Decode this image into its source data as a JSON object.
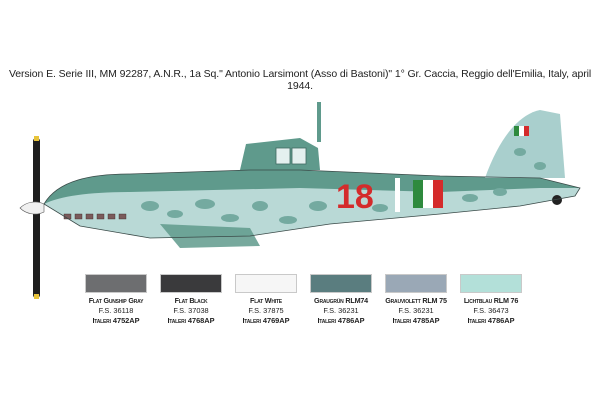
{
  "caption": "Version E. Serie III, MM 92287, A.N.R., 1a Sq.\" Antonio Larsimont (Asso di Bastoni)\" 1° Gr. Caccia, Reggio dell'Emilia, Italy, april 1944.",
  "aircraft": {
    "fuselage_code": "18",
    "colors": {
      "upper": "#5f9a8c",
      "lower": "#b9d9d6",
      "mottle": "#74aaa0",
      "fin": "#a9cfcd",
      "code": "#d42b2b",
      "flag_green": "#2e8a3e",
      "flag_white": "#ffffff",
      "flag_red": "#d42b2b",
      "prop": "#1e1e1e",
      "spinner": "#f0f0f0",
      "tip": "#e8c43a"
    }
  },
  "swatches": [
    {
      "name": "Flat Gunship Gray",
      "fs": "F.S. 36118",
      "brand": "Italeri",
      "code": "4752AP",
      "color": "#6d6e70"
    },
    {
      "name": "Flat Black",
      "fs": "F.S. 37038",
      "brand": "Italeri",
      "code": "4768AP",
      "color": "#3a3a3c"
    },
    {
      "name": "Flat White",
      "fs": "F.S. 37875",
      "brand": "Italeri",
      "code": "4769AP",
      "color": "#f6f6f6"
    },
    {
      "name": "Graugrün RLM74",
      "fs": "F.S. 36231",
      "brand": "Italeri",
      "code": "4786AP",
      "color": "#5a7d7f"
    },
    {
      "name": "Grauviolett RLM 75",
      "fs": "F.S. 36231",
      "brand": "Italeri",
      "code": "4785AP",
      "color": "#9aa8b6"
    },
    {
      "name": "Lichtblau RLM 76",
      "fs": "F.S. 36473",
      "brand": "Italeri",
      "code": "4786AP",
      "color": "#b3e0d9"
    }
  ]
}
